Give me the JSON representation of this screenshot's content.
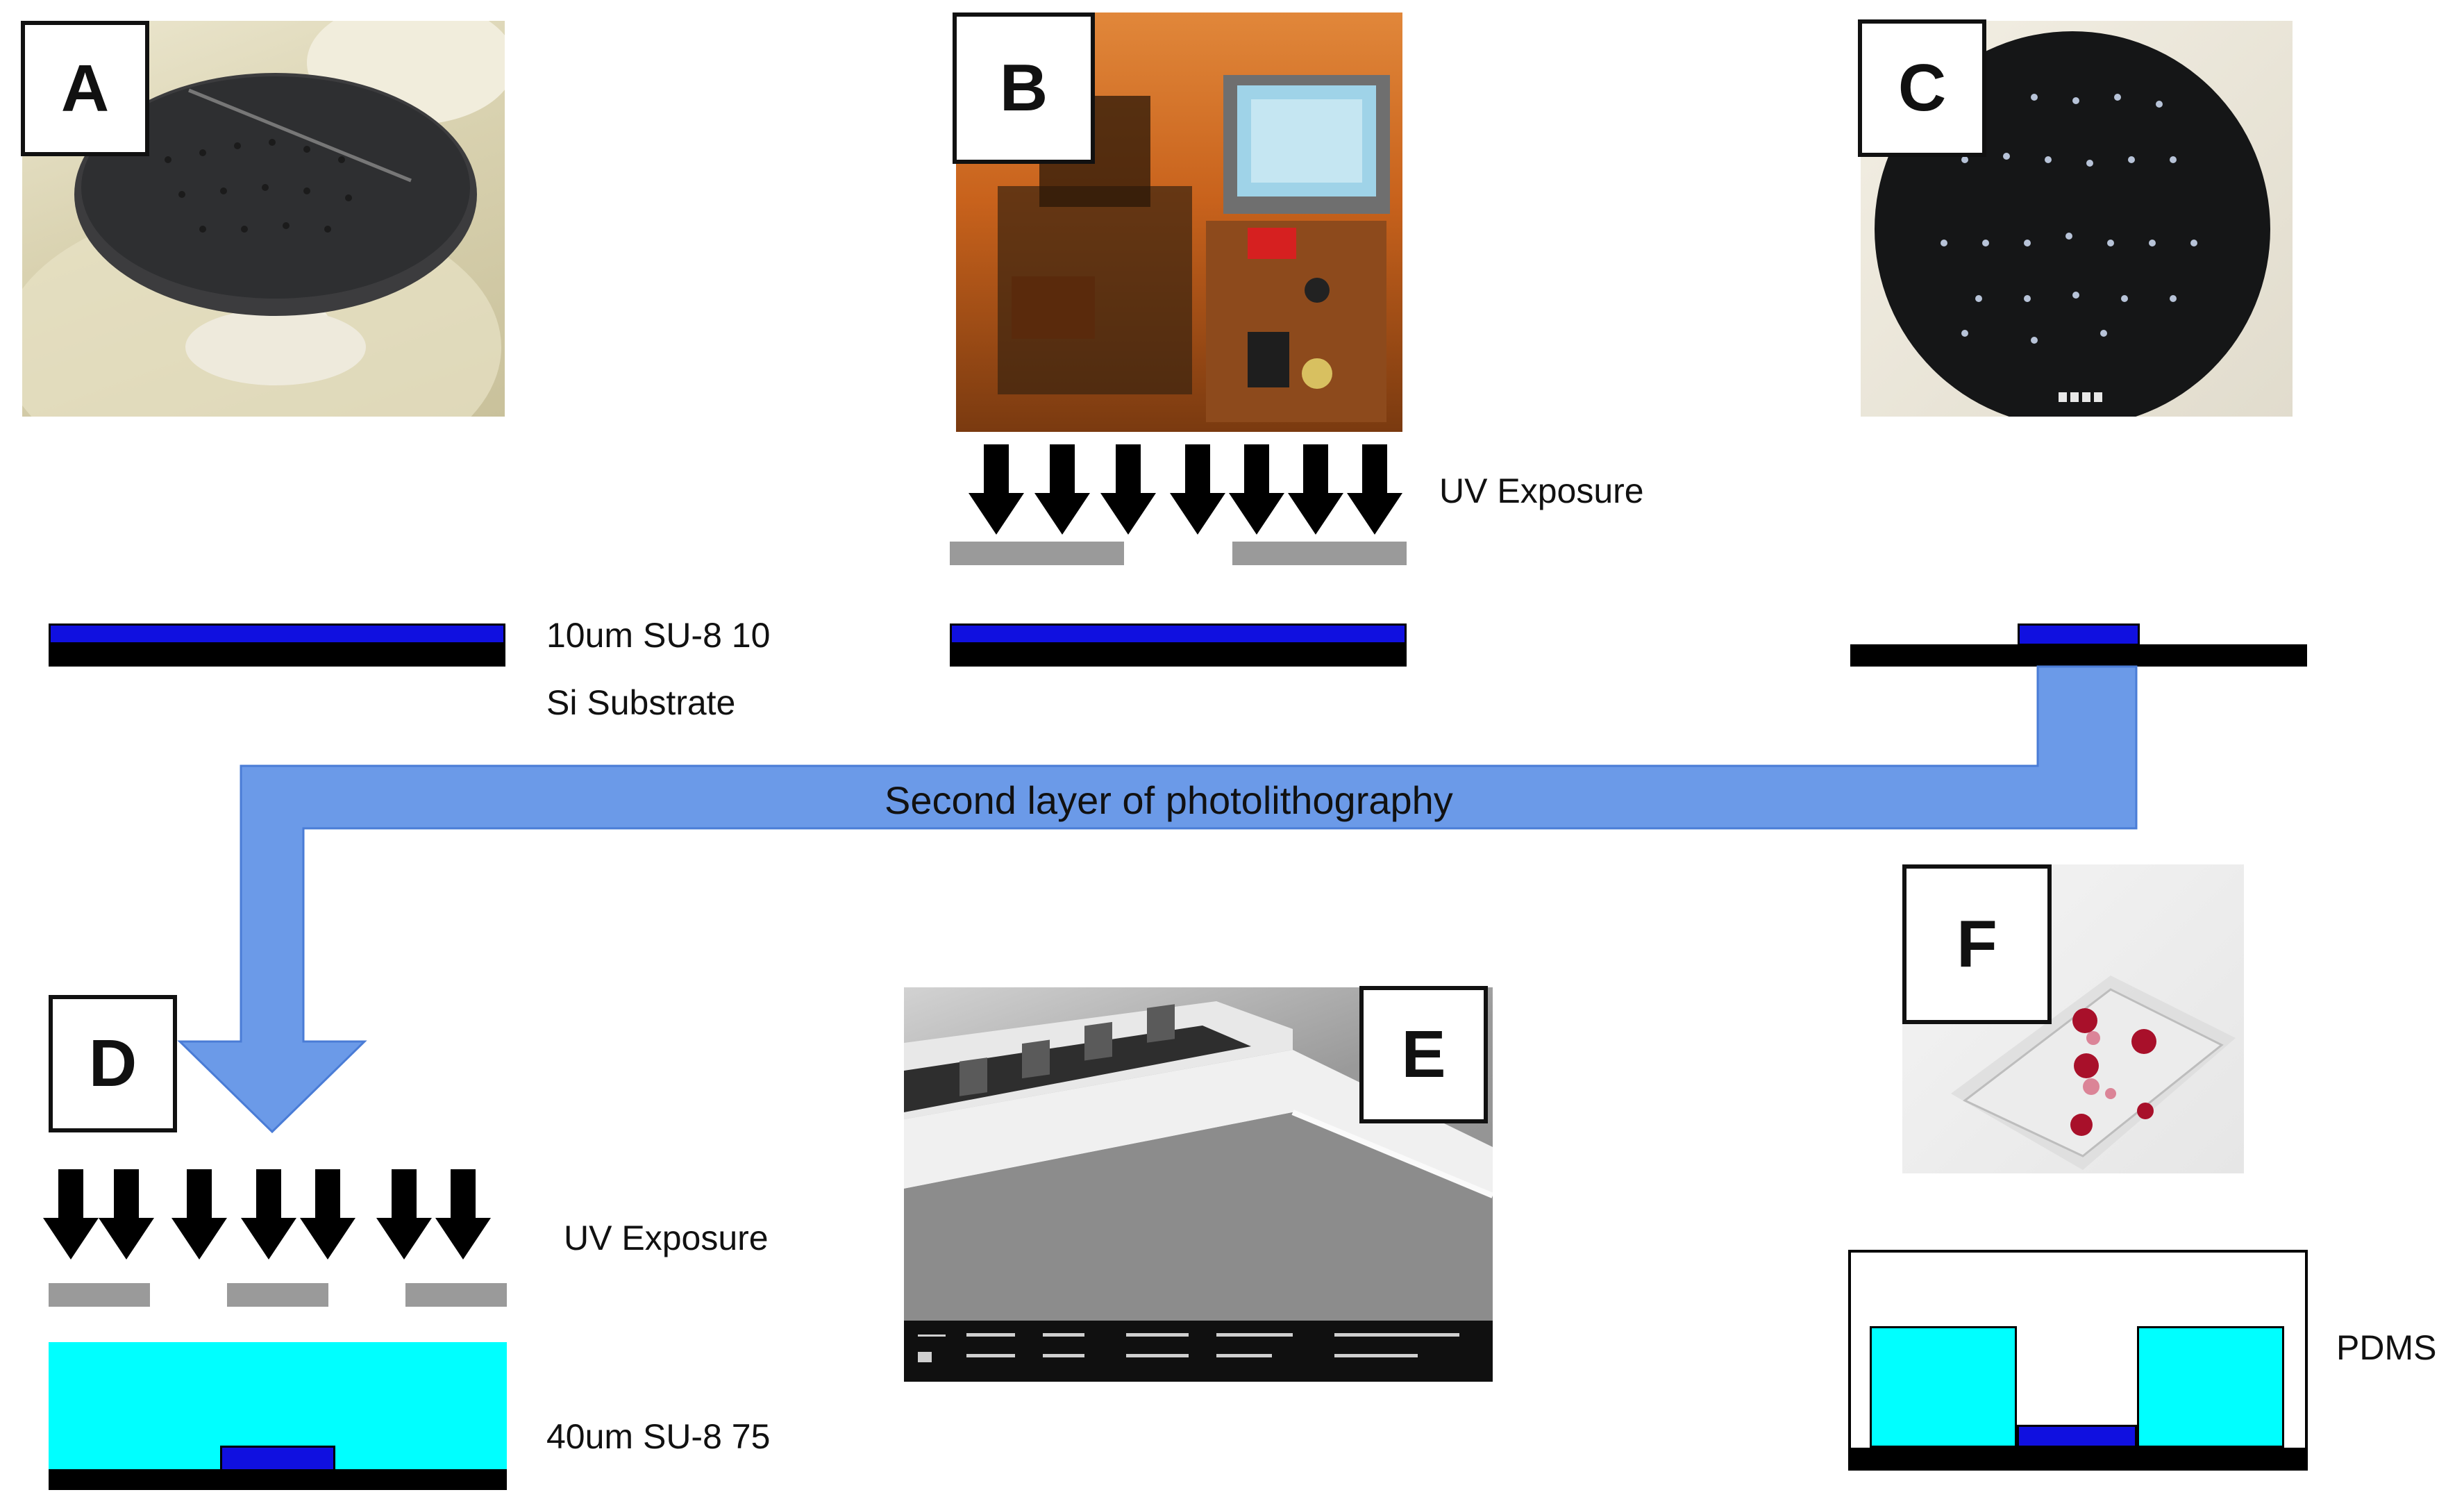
{
  "panels": {
    "a": "A",
    "b": "B",
    "c": "C",
    "d": "D",
    "e": "E",
    "f": "F"
  },
  "labels": {
    "su8_10": "10um SU-8 10",
    "si_substrate": "Si Substrate",
    "uv_exposure_top": "UV Exposure",
    "uv_exposure_bottom": "UV Exposure",
    "su8_75": "40um SU-8 75",
    "pdms": "PDMS",
    "second_layer": "Second layer of photolithography"
  },
  "colors": {
    "substrate": "#000000",
    "su8_thin": "#1010e0",
    "su8_thick": "#00ffff",
    "mask": "#9a9a9a",
    "flow_arrow": "#6b9ae8"
  }
}
